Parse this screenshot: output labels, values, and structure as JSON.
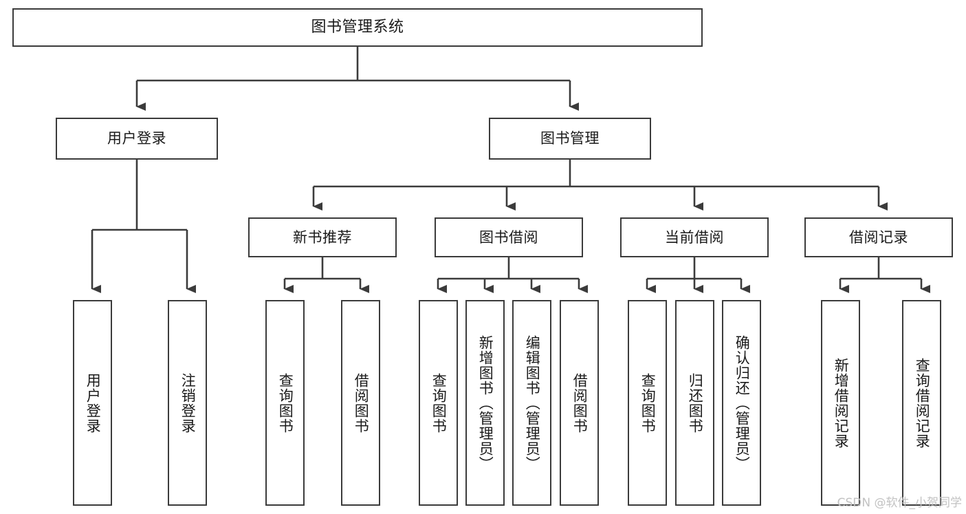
{
  "diagram": {
    "title": "图书管理系统",
    "type": "tree",
    "root": {
      "label": "图书管理系统"
    },
    "level2": [
      {
        "label": "用户登录"
      },
      {
        "label": "图书管理"
      }
    ],
    "level3": [
      {
        "label": "新书推荐"
      },
      {
        "label": "图书借阅"
      },
      {
        "label": "当前借阅"
      },
      {
        "label": "借阅记录"
      }
    ],
    "leaves": {
      "user_login": [
        {
          "label": "用户登录"
        },
        {
          "label": "注销登录"
        }
      ],
      "new_book_recommend": [
        {
          "label": "查询图书"
        },
        {
          "label": "借阅图书"
        }
      ],
      "book_borrow": [
        {
          "label": "查询图书"
        },
        {
          "label": "新增图书（管理员）"
        },
        {
          "label": "编辑图书（管理员）"
        },
        {
          "label": "借阅图书"
        }
      ],
      "current_borrow": [
        {
          "label": "查询图书"
        },
        {
          "label": "归还图书"
        },
        {
          "label": "确认归还（管理员）"
        }
      ],
      "borrow_record": [
        {
          "label": "新增借阅记录"
        },
        {
          "label": "查询借阅记录"
        }
      ]
    }
  },
  "watermark": {
    "text": "CSDN @软件_小贺同学",
    "color": "#c2c2c2"
  },
  "colors": {
    "border": "#3b3b3b",
    "background": "#ffffff",
    "text": "#1a1a1a",
    "connector": "#3b3b3b"
  }
}
